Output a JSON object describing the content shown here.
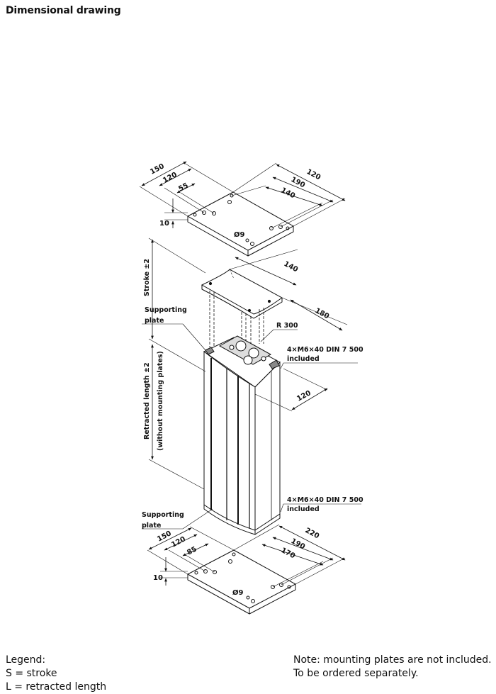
{
  "title": "Dimensional drawing",
  "top_plate": {
    "dims": [
      "150",
      "120",
      "55",
      "120",
      "190",
      "140",
      "10",
      "Ø9"
    ]
  },
  "column": {
    "dims": [
      "140",
      "180",
      "R 300",
      "120"
    ],
    "labels": {
      "stroke": "Stroke ±2",
      "retracted1": "Retracted length ±2",
      "retracted2": "(without mounting plates)",
      "supporting_top_1": "Supporting",
      "supporting_top_2": "plate",
      "screws_top_1": "4×M6×40 DIN 7 500",
      "screws_top_2": "included",
      "supporting_bottom_1": "Supporting",
      "supporting_bottom_2": "plate",
      "screws_bottom_1": "4×M6×40 DIN 7 500",
      "screws_bottom_2": "included"
    }
  },
  "bottom_plate": {
    "dims": [
      "150",
      "120",
      "85",
      "220",
      "190",
      "170",
      "10",
      "Ø9"
    ]
  },
  "legend": {
    "heading": "Legend:",
    "s": "S = stroke",
    "l": "L = retracted length"
  },
  "note": {
    "line1": "Note: mounting plates are not included.",
    "line2": "To be ordered separately."
  }
}
